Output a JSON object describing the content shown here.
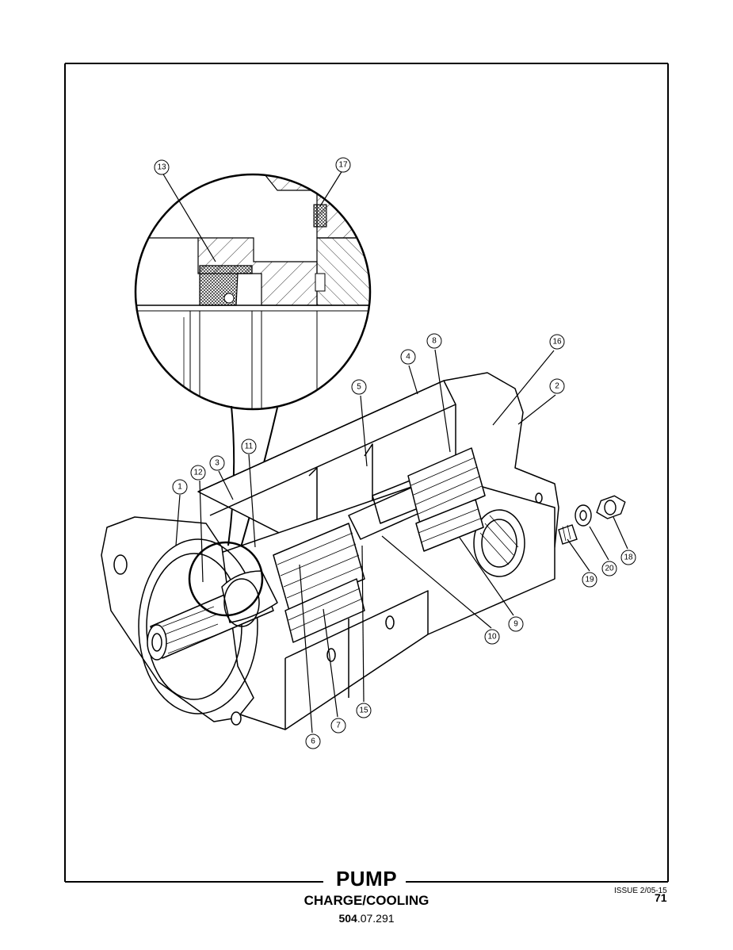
{
  "footer": {
    "title": "PUMP",
    "subtitle": "CHARGE/COOLING",
    "code_prefix": "504",
    "code_suffix": ".07.291",
    "issue": "ISSUE 2/05-15",
    "page_number": "71"
  },
  "callouts": [
    "1",
    "2",
    "3",
    "4",
    "5",
    "6",
    "7",
    "8",
    "9",
    "10",
    "11",
    "12",
    "13",
    "15",
    "16",
    "17",
    "18",
    "19",
    "20"
  ]
}
